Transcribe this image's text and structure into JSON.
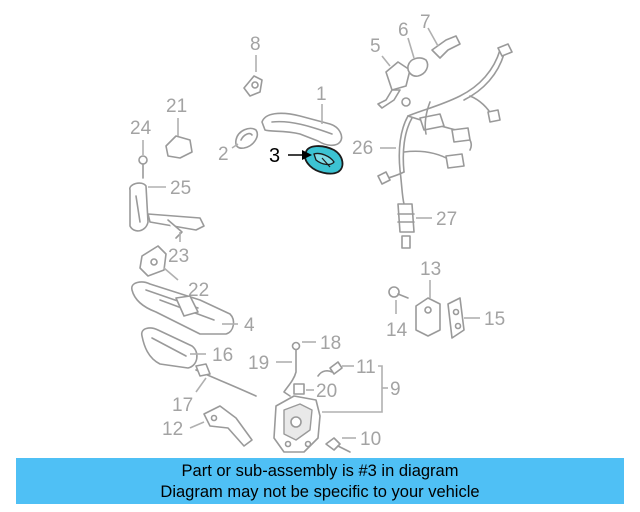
{
  "diagram": {
    "highlight_part": "3",
    "highlight_color": "#3cc3d3",
    "callouts": [
      {
        "id": "1",
        "label": "1"
      },
      {
        "id": "2",
        "label": "2"
      },
      {
        "id": "3",
        "label": "3"
      },
      {
        "id": "4",
        "label": "4"
      },
      {
        "id": "5",
        "label": "5"
      },
      {
        "id": "6",
        "label": "6"
      },
      {
        "id": "7",
        "label": "7"
      },
      {
        "id": "8",
        "label": "8"
      },
      {
        "id": "9",
        "label": "9"
      },
      {
        "id": "10",
        "label": "10"
      },
      {
        "id": "11",
        "label": "11"
      },
      {
        "id": "12",
        "label": "12"
      },
      {
        "id": "13",
        "label": "13"
      },
      {
        "id": "14",
        "label": "14"
      },
      {
        "id": "15",
        "label": "15"
      },
      {
        "id": "16",
        "label": "16"
      },
      {
        "id": "17",
        "label": "17"
      },
      {
        "id": "18",
        "label": "18"
      },
      {
        "id": "19",
        "label": "19"
      },
      {
        "id": "20",
        "label": "20"
      },
      {
        "id": "21",
        "label": "21"
      },
      {
        "id": "22",
        "label": "22"
      },
      {
        "id": "23",
        "label": "23"
      },
      {
        "id": "24",
        "label": "24"
      },
      {
        "id": "25",
        "label": "25"
      },
      {
        "id": "26",
        "label": "26"
      },
      {
        "id": "27",
        "label": "27"
      }
    ]
  },
  "banner": {
    "line1": "Part or sub-assembly is #3 in diagram",
    "line2": "Diagram may not be specific to your vehicle",
    "background": "#4fc0f5"
  }
}
